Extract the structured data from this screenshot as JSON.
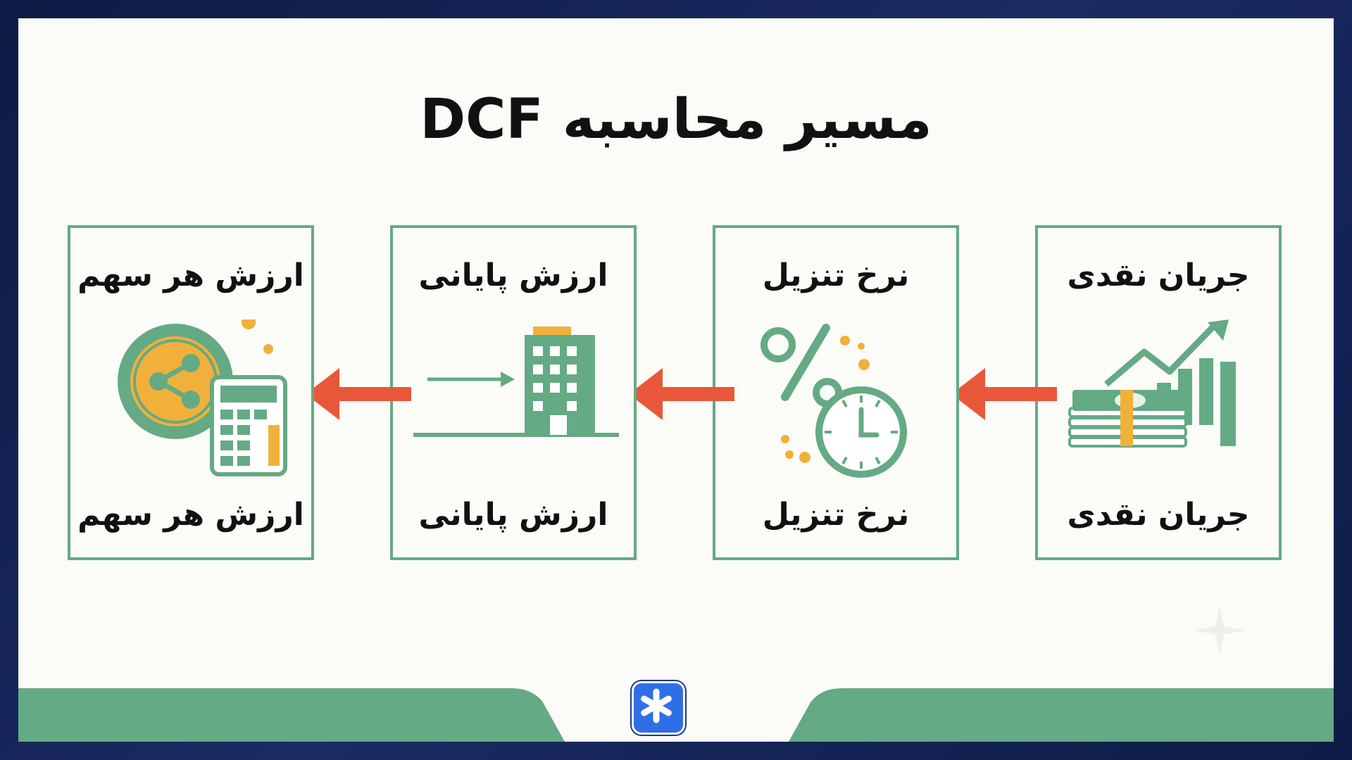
{
  "title": "مسیر محاسبه DCF",
  "steps": [
    {
      "id": "cash-flow",
      "label_top": "جریان نقدی",
      "label_bottom": "جریان نقدی",
      "icon": "cash-growth-icon"
    },
    {
      "id": "discount-rate",
      "label_top": "نرخ تنزیل",
      "label_bottom": "نرخ تنزیل",
      "icon": "percent-clock-icon"
    },
    {
      "id": "terminal-value",
      "label_top": "ارزش پایانی",
      "label_bottom": "ارزش پایانی",
      "icon": "building-arrow-icon"
    },
    {
      "id": "value-per-share",
      "label_top": "ارزش هر سهم",
      "label_bottom": "ارزش هر سهم",
      "icon": "share-calculator-icon"
    }
  ],
  "flow_direction": "right-to-left",
  "colors": {
    "accent_green": "#64aa84",
    "accent_orange": "#f1b03a",
    "arrow_red": "#e9573a",
    "logo_blue": "#2f6fe6",
    "frame_navy": "#0d1b45"
  }
}
